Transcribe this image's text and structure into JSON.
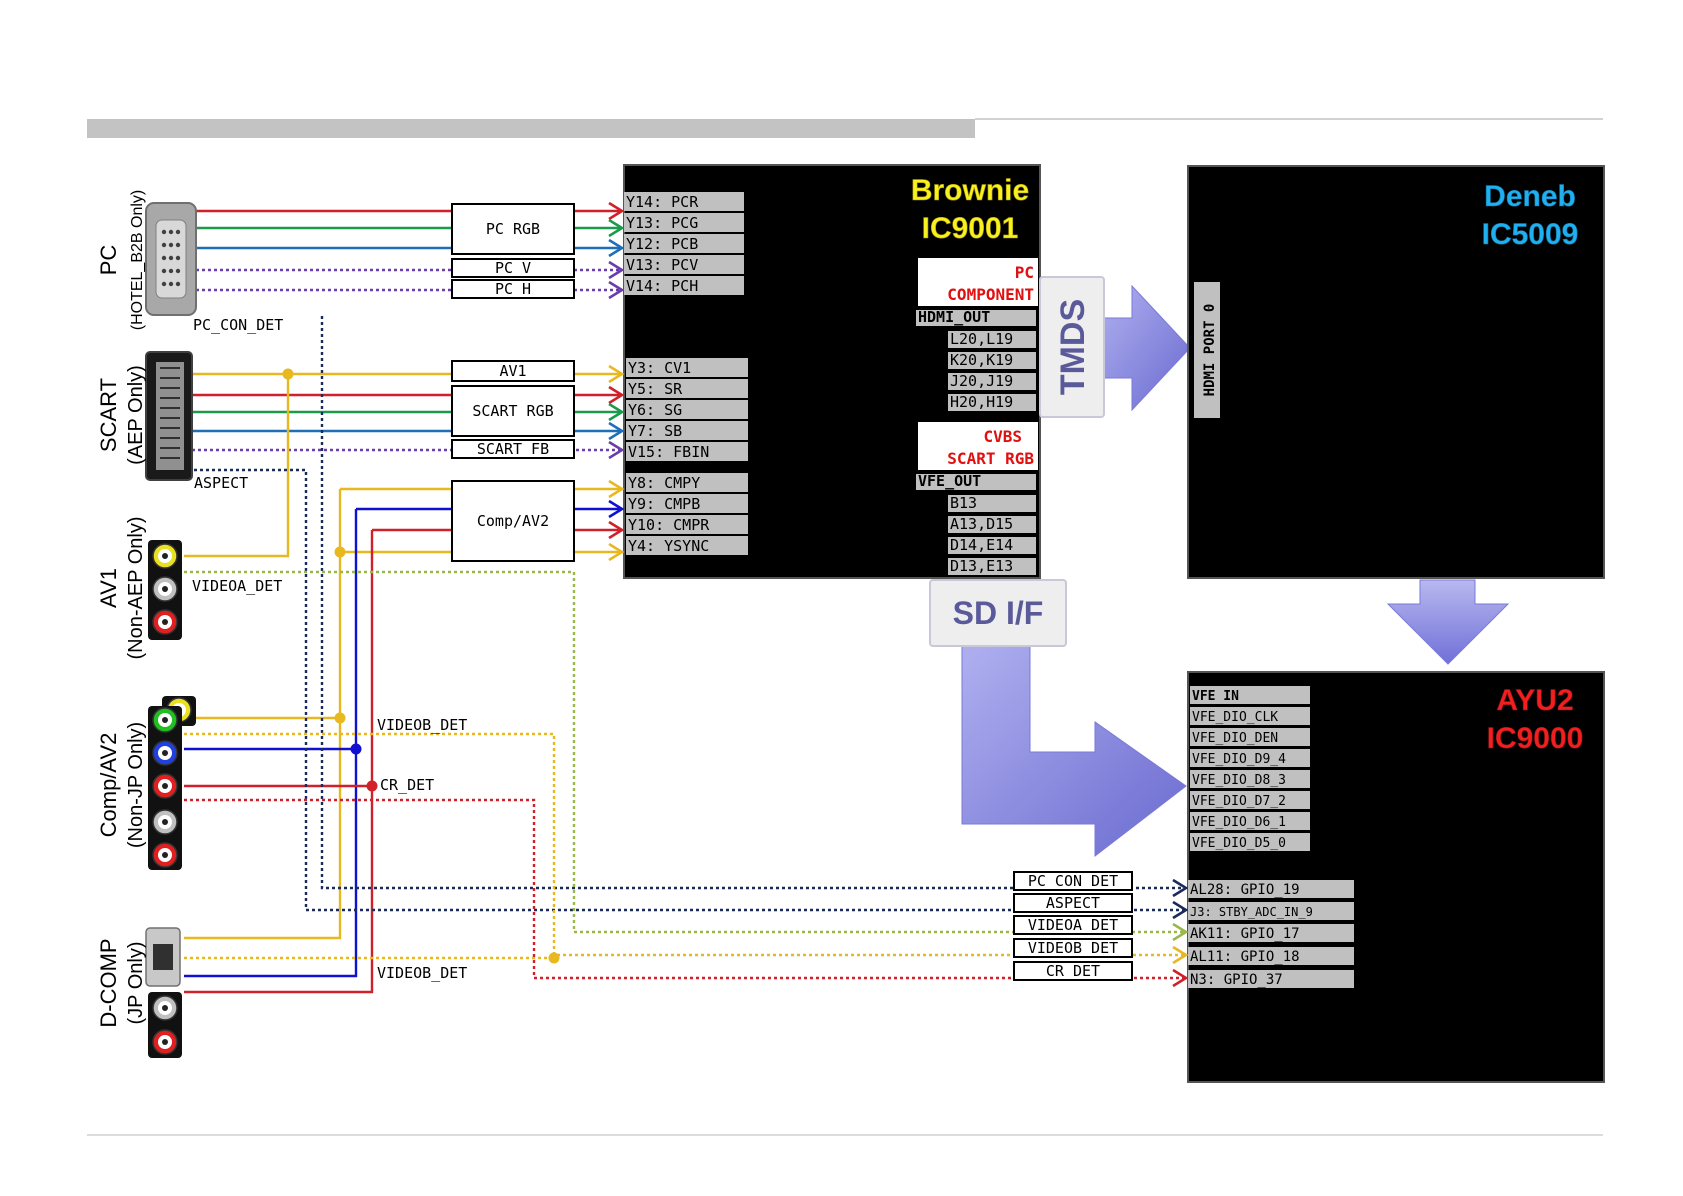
{
  "sources": {
    "pc": {
      "title": "PC",
      "subtitle": "(HOTEL_B2B Only)",
      "det": "PC_CON_DET"
    },
    "scart": {
      "title": "SCART",
      "subtitle": "(AEP Only)",
      "det": "ASPECT"
    },
    "av1": {
      "title": "AV1",
      "subtitle": "(Non-AEP Only)",
      "det": "VIDEOA_DET"
    },
    "comp": {
      "title": "Comp/AV2",
      "subtitle": "(Non-JP Only)",
      "det1": "VIDEOB_DET",
      "det2": "CR_DET"
    },
    "dcomp": {
      "title": "D-COMP",
      "subtitle": "(JP Only)",
      "det": "VIDEOB_DET"
    }
  },
  "signal_boxes": {
    "pc_rgb": "PC RGB",
    "pc_v": "PC_V",
    "pc_h": "PC_H",
    "av1": "AV1",
    "scart_rgb": "SCART RGB",
    "scart_fb": "SCART FB",
    "comp_av2": "Comp/AV2"
  },
  "brownie": {
    "name": "Brownie",
    "ic": "IC9001",
    "pins_pc": [
      "Y14: PCR",
      "Y13: PCG",
      "Y12: PCB",
      "V13: PCV",
      "V14: PCH"
    ],
    "pins_scart": [
      "Y3: CV1",
      "Y5: SR",
      "Y6: SG",
      "Y7: SB",
      "V15: FBIN"
    ],
    "pins_comp": [
      "Y8: CMPY",
      "Y9: CMPB",
      "Y10: CMPR",
      "Y4: YSYNC"
    ],
    "out1_line1": "PC",
    "out1_line2": "COMPONENT",
    "hdmi_out_title": "HDMI_OUT",
    "hdmi_out_pins": [
      "L20,L19",
      "K20,K19",
      "J20,J19",
      "H20,H19"
    ],
    "out2_line1": "CVBS",
    "out2_line2": "SCART RGB",
    "vfe_out_title": "VFE_OUT",
    "vfe_out_pins": [
      "B13",
      "A13,D15",
      "D14,E14",
      "D13,E13"
    ]
  },
  "tmds": "TMDS",
  "sd_if": "SD I/F",
  "deneb": {
    "name": "Deneb",
    "ic": "IC5009",
    "hdmi_port": "HDMI PORT 0"
  },
  "ayu2": {
    "name": "AYU2",
    "ic": "IC9000",
    "vfe_pins": [
      "VFE IN",
      "VFE_DIO_CLK",
      "VFE_DIO_DEN",
      "VFE_DIO_D9_4",
      "VFE_DIO_D8_3",
      "VFE_DIO_D7_2",
      "VFE_DIO_D6_1",
      "VFE_DIO_D5_0"
    ],
    "gpio_pins": [
      "AL28: GPIO_19",
      "J3: STBY_ADC_IN_9",
      "AK11: GPIO_17",
      "AL11: GPIO_18",
      "N3: GPIO_37"
    ]
  },
  "det_boxes": [
    "PC_CON_DET",
    "ASPECT",
    "VIDEOA_DET",
    "VIDEOB_DET",
    "CR_DET"
  ],
  "colors": {
    "red": "#d0202a",
    "green": "#1a9a4a",
    "blue": "#1e6fb8",
    "purple": "#6a3ea8",
    "yellow": "#e8b820",
    "navy_blue": "#1010d0",
    "det_navy": "#1a2a5a",
    "arrow_fill": "#8a8ae0",
    "chip_bg": "#000000",
    "pin_bg": "#c0c0c0",
    "brownie_title": "#f8f020",
    "deneb_title": "#20b0f0",
    "ayu2_title": "#f02020"
  }
}
